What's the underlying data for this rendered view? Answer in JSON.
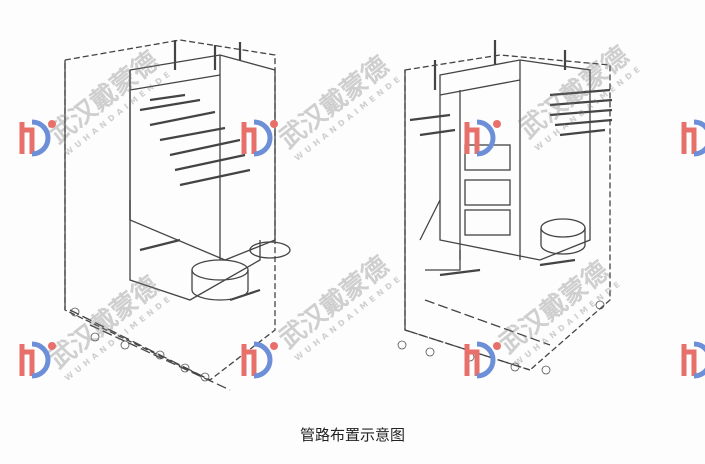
{
  "caption": "管路布置示意图",
  "watermark": {
    "text": "武汉戴蒙德",
    "subtext": "WUHANDAIMENDE"
  },
  "colors": {
    "line": "#333333",
    "logo_red": "#e8706a",
    "logo_blue": "#6c8fd8",
    "watermark": "#9a9a9a"
  }
}
